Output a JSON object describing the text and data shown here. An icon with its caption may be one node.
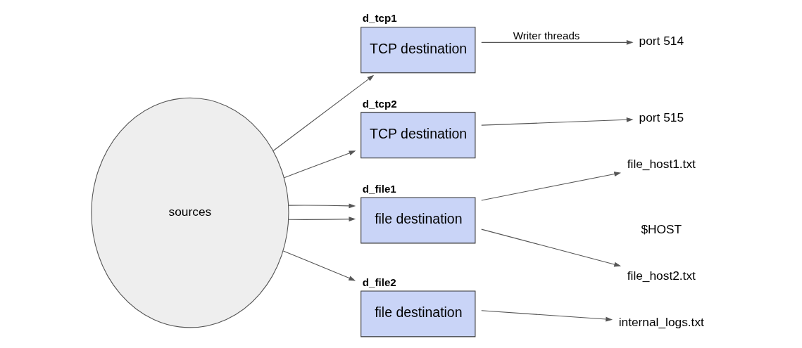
{
  "diagram": {
    "nodes": [
      {
        "text": [
          "sources"
        ]
      },
      {
        "text": [
          "TCP destination"
        ],
        "beside": [
          "d_tcp1"
        ]
      },
      {
        "text": [
          "TCP destination"
        ],
        "beside": [
          "d_tcp2"
        ]
      },
      {
        "text": [
          "file destination"
        ],
        "beside": [
          "d_file1"
        ]
      },
      {
        "text": [
          "file destination"
        ],
        "beside": [
          "d_file2"
        ]
      },
      {
        "text": [
          "port 514"
        ]
      },
      {
        "text": [
          "port 515"
        ]
      },
      {
        "text": [
          "file_host1.txt"
        ]
      },
      {
        "text": [
          "file_host2.txt"
        ]
      },
      {
        "text": [
          "internal_logs.txt"
        ]
      }
    ],
    "edges": [
      {
        "from": 0,
        "to": 1,
        "arrow": "to"
      },
      {
        "from": 0,
        "to": 2,
        "arrow": "to"
      },
      {
        "from": 0,
        "to": 3,
        "arrow": "to"
      },
      {
        "from": 0,
        "to": 3,
        "arrow": "to"
      },
      {
        "from": 0,
        "to": 4,
        "arrow": "to"
      },
      {
        "from": 1,
        "to": 5,
        "arrow": "to",
        "label": "Writer threads"
      },
      {
        "from": 2,
        "to": 6,
        "arrow": "to"
      },
      {
        "from": 3,
        "to": 7,
        "arrow": "to"
      },
      {
        "from": 3,
        "to": 8,
        "arrow": "to"
      },
      {
        "from": 4,
        "to": 9,
        "arrow": "to"
      }
    ],
    "labels": [
      "$HOST"
    ]
  }
}
